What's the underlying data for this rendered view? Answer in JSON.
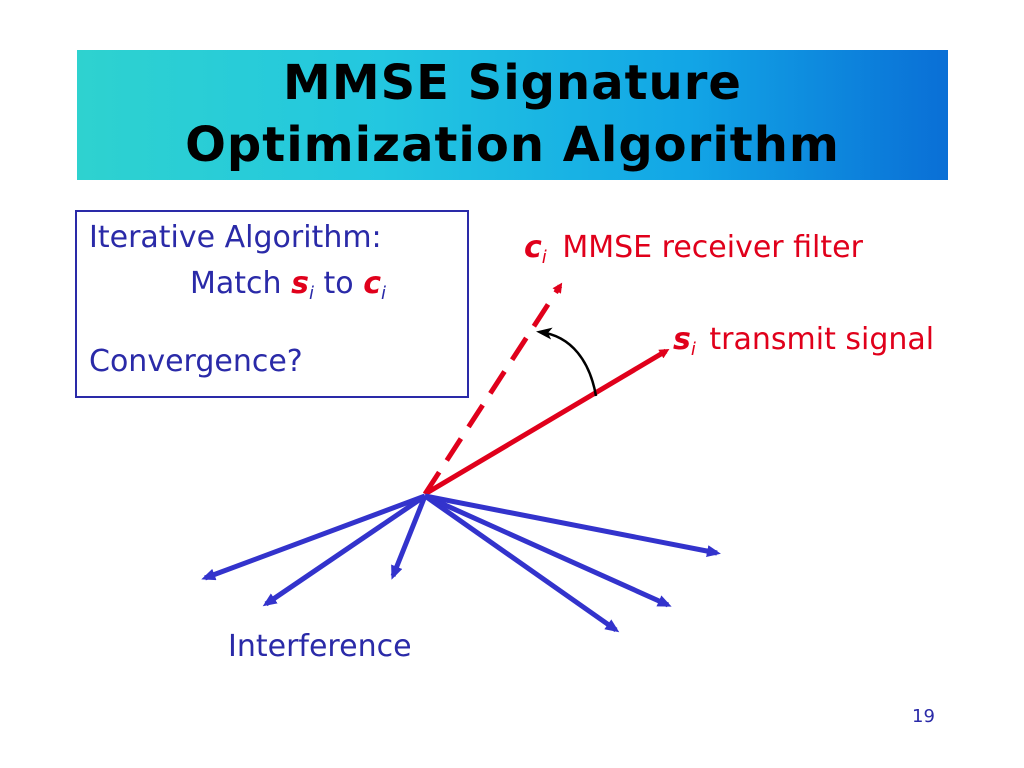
{
  "slide": {
    "title_line1": "MMSE Signature",
    "title_line2": "Optimization Algorithm",
    "page_number": "19"
  },
  "algorithm_box": {
    "line1": "Iterative Algorithm:",
    "match_word": "Match",
    "match_s": "s",
    "match_s_sub": "i",
    "match_to": "to",
    "match_c": "c",
    "match_c_sub": "i",
    "line3": "Convergence?"
  },
  "labels": {
    "c_symbol": "c",
    "c_sub": "i",
    "c_desc": "MMSE receiver filter",
    "s_symbol": "s",
    "s_sub": "i",
    "s_desc": "transmit signal",
    "interference": "Interference"
  },
  "colors": {
    "red": "#e0001b",
    "blue": "#2a2aa8",
    "arrow_blue": "#3333cc"
  }
}
